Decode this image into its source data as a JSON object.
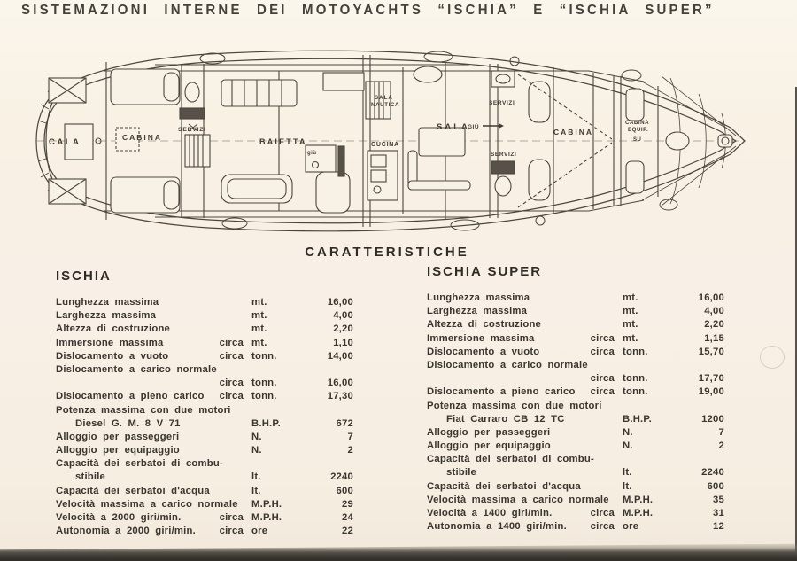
{
  "page": {
    "title": "SISTEMAZIONI INTERNE DEI MOTOYACHTS “ISCHIA” E “ISCHIA SUPER”",
    "section_heading": "CARATTERISTICHE"
  },
  "plan": {
    "labels": [
      {
        "id": "cala",
        "text": "CALA"
      },
      {
        "id": "cabina-aft",
        "text": "CABINA"
      },
      {
        "id": "servizi-aft",
        "text": "SERVIZI"
      },
      {
        "id": "baietta",
        "text": "BAIETTA"
      },
      {
        "id": "giu-small",
        "text": "giù"
      },
      {
        "id": "sala-nautica-line1",
        "text": "SALA"
      },
      {
        "id": "sala-nautica-line2",
        "text": "NAUTICA"
      },
      {
        "id": "cucina",
        "text": "CUCINA"
      },
      {
        "id": "sala",
        "text": "SALA"
      },
      {
        "id": "giu",
        "text": "GIÙ"
      },
      {
        "id": "servizi-mid-top",
        "text": "SERVIZI"
      },
      {
        "id": "servizi-mid-bottom",
        "text": "SERVIZI"
      },
      {
        "id": "cabina-fwd",
        "text": "CABINA"
      },
      {
        "id": "cabina-equip-line1",
        "text": "CABINA"
      },
      {
        "id": "cabina-equip-line2",
        "text": "EQUIP."
      },
      {
        "id": "su",
        "text": "SU"
      }
    ]
  },
  "tables": [
    {
      "name": "ISCHIA",
      "rows": [
        {
          "label": "Lunghezza massima",
          "circa": "",
          "unit": "mt.",
          "value": "16,00"
        },
        {
          "label": "Larghezza massima",
          "circa": "",
          "unit": "mt.",
          "value": "4,00"
        },
        {
          "label": "Altezza di costruzione",
          "circa": "",
          "unit": "mt.",
          "value": "2,20"
        },
        {
          "label": "Immersione massima",
          "circa": "circa",
          "unit": "mt.",
          "value": "1,10"
        },
        {
          "label": "Dislocamento a vuoto",
          "circa": "circa",
          "unit": "tonn.",
          "value": "14,00"
        },
        {
          "label": "Dislocamento a carico normale",
          "circa": "",
          "unit": "",
          "value": ""
        },
        {
          "label": "",
          "circa": "circa",
          "unit": "tonn.",
          "value": "16,00"
        },
        {
          "label": "Dislocamento a pieno carico",
          "circa": "circa",
          "unit": "tonn.",
          "value": "17,30"
        },
        {
          "label": "Potenza massima con due motori",
          "circa": "",
          "unit": "",
          "value": ""
        },
        {
          "label": "Diesel G. M. 8 V 71",
          "indent": true,
          "circa": "",
          "unit": "B.H.P.",
          "value": "672"
        },
        {
          "label": "Alloggio per passeggeri",
          "circa": "",
          "unit": "N.",
          "value": "7"
        },
        {
          "label": "Alloggio per equipaggio",
          "circa": "",
          "unit": "N.",
          "value": "2"
        },
        {
          "label": "Capacità dei serbatoi di combu-",
          "circa": "",
          "unit": "",
          "value": ""
        },
        {
          "label": "stibile",
          "indent": true,
          "circa": "",
          "unit": "lt.",
          "value": "2240"
        },
        {
          "label": "Capacità dei serbatoi d'acqua",
          "circa": "",
          "unit": "lt.",
          "value": "600"
        },
        {
          "label": "Velocità massima a carico normale",
          "circa": "",
          "unit": "M.P.H.",
          "value": "29"
        },
        {
          "label": "Velocità a 2000 giri/min.",
          "circa": "circa",
          "unit": "M.P.H.",
          "value": "24"
        },
        {
          "label": "Autonomia a 2000 giri/min.",
          "circa": "circa",
          "unit": "ore",
          "value": "22"
        }
      ]
    },
    {
      "name": "ISCHIA SUPER",
      "rows": [
        {
          "label": "Lunghezza massima",
          "circa": "",
          "unit": "mt.",
          "value": "16,00"
        },
        {
          "label": "Larghezza massima",
          "circa": "",
          "unit": "mt.",
          "value": "4,00"
        },
        {
          "label": "Altezza di costruzione",
          "circa": "",
          "unit": "mt.",
          "value": "2,20"
        },
        {
          "label": "Immersione massima",
          "circa": "circa",
          "unit": "mt.",
          "value": "1,15"
        },
        {
          "label": "Dislocamento a vuoto",
          "circa": "circa",
          "unit": "tonn.",
          "value": "15,70"
        },
        {
          "label": "Dislocamento a carico normale",
          "circa": "",
          "unit": "",
          "value": ""
        },
        {
          "label": "",
          "circa": "circa",
          "unit": "tonn.",
          "value": "17,70"
        },
        {
          "label": "Dislocamento a pieno carico",
          "circa": "circa",
          "unit": "tonn.",
          "value": "19,00"
        },
        {
          "label": "Potenza massima con due motori",
          "circa": "",
          "unit": "",
          "value": ""
        },
        {
          "label": "Fiat Carraro CB 12 TC",
          "indent": true,
          "circa": "",
          "unit": "B.H.P.",
          "value": "1200"
        },
        {
          "label": "Alloggio per passeggeri",
          "circa": "",
          "unit": "N.",
          "value": "7"
        },
        {
          "label": "Alloggio per equipaggio",
          "circa": "",
          "unit": "N.",
          "value": "2"
        },
        {
          "label": "Capacità dei serbatoi di combu-",
          "circa": "",
          "unit": "",
          "value": ""
        },
        {
          "label": "stibile",
          "indent": true,
          "circa": "",
          "unit": "lt.",
          "value": "2240"
        },
        {
          "label": "Capacità dei serbatoi d'acqua",
          "circa": "",
          "unit": "lt.",
          "value": "600"
        },
        {
          "label": "Velocità massima a carico normale",
          "circa": "",
          "unit": "M.P.H.",
          "value": "35"
        },
        {
          "label": "Velocità a 1400 giri/min.",
          "circa": "circa",
          "unit": "M.P.H.",
          "value": "31"
        },
        {
          "label": "Autonomia a 1400 giri/min.",
          "circa": "circa",
          "unit": "ore",
          "value": "12"
        }
      ]
    }
  ]
}
